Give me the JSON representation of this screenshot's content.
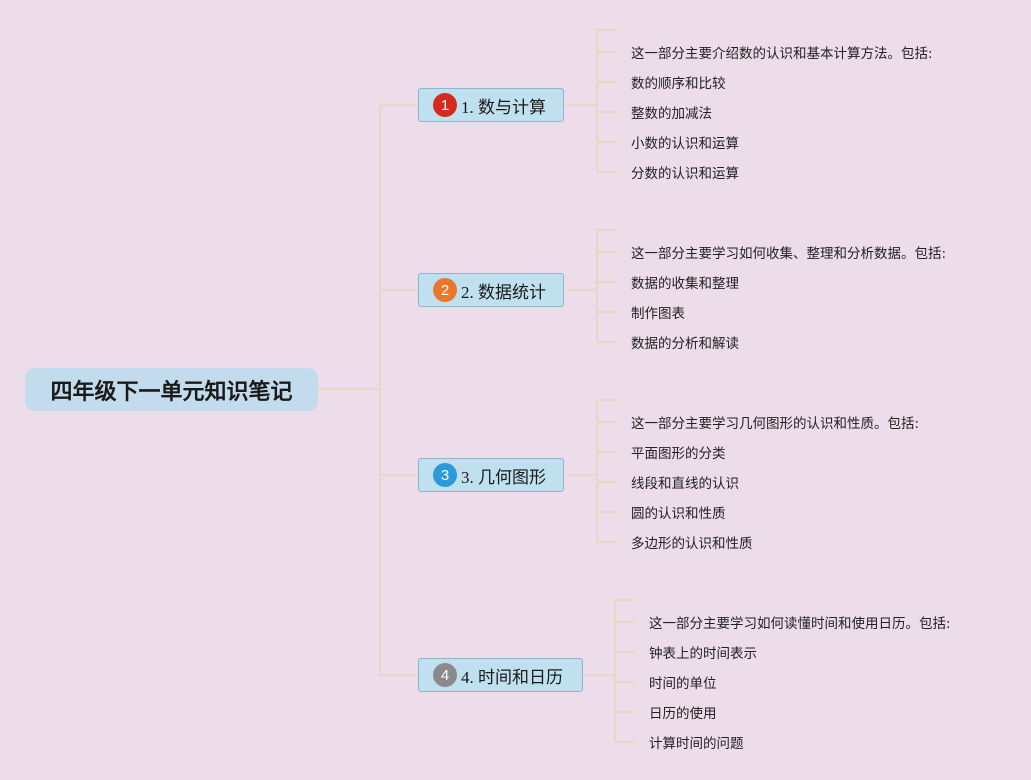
{
  "root": {
    "title": "四年级下一单元知识笔记"
  },
  "branches": [
    {
      "num": "1",
      "label": "1. 数与计算",
      "color": "#d42b1e",
      "items": [
        "这一部分主要介绍数的认识和基本计算方法。包括:",
        "数的顺序和比较",
        "整数的加减法",
        "小数的认识和运算",
        "分数的认识和运算"
      ]
    },
    {
      "num": "2",
      "label": "2. 数据统计",
      "color": "#e8772a",
      "items": [
        "这一部分主要学习如何收集、整理和分析数据。包括:",
        "数据的收集和整理",
        "制作图表",
        "数据的分析和解读"
      ]
    },
    {
      "num": "3",
      "label": "3. 几何图形",
      "color": "#2c9ad8",
      "items": [
        "这一部分主要学习几何图形的认识和性质。包括:",
        "平面图形的分类",
        "线段和直线的认识",
        "圆的认识和性质",
        "多边形的认识和性质"
      ]
    },
    {
      "num": "4",
      "label": "4. 时间和日历",
      "color": "#8a8a8a",
      "items": [
        "这一部分主要学习如何读懂时间和使用日历。包括:",
        "钟表上的时间表示",
        "时间的单位",
        "日历的使用",
        "计算时间的问题"
      ]
    }
  ]
}
